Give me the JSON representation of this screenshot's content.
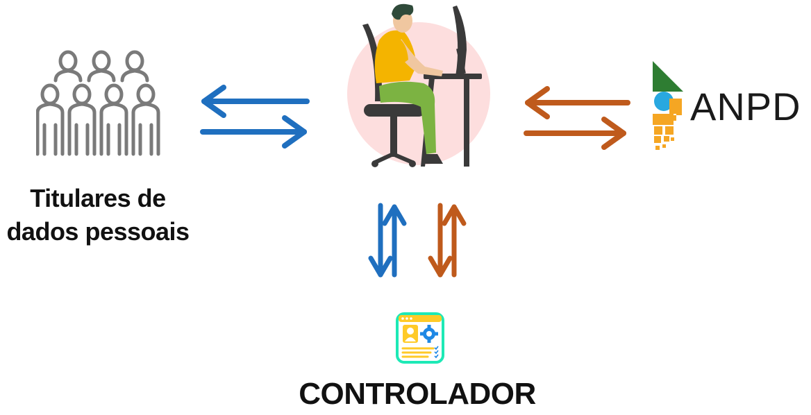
{
  "diagram": {
    "titulares_line1": "Titulares de",
    "titulares_line2": "dados pessoais",
    "anpd_text": "ANPD",
    "controlador_label": "CONTROLADOR"
  },
  "icons": {
    "people": "group-of-people-icon",
    "worker": "person-at-computer-illustration",
    "anpd": "anpd-logo-icon",
    "controller": "profile-settings-card-icon"
  },
  "colors": {
    "blue_arrows": "#1f6fbf",
    "orange_arrows": "#bf5a1c",
    "people_gray": "#7a7a7a",
    "worker_circle": "#fddede"
  }
}
